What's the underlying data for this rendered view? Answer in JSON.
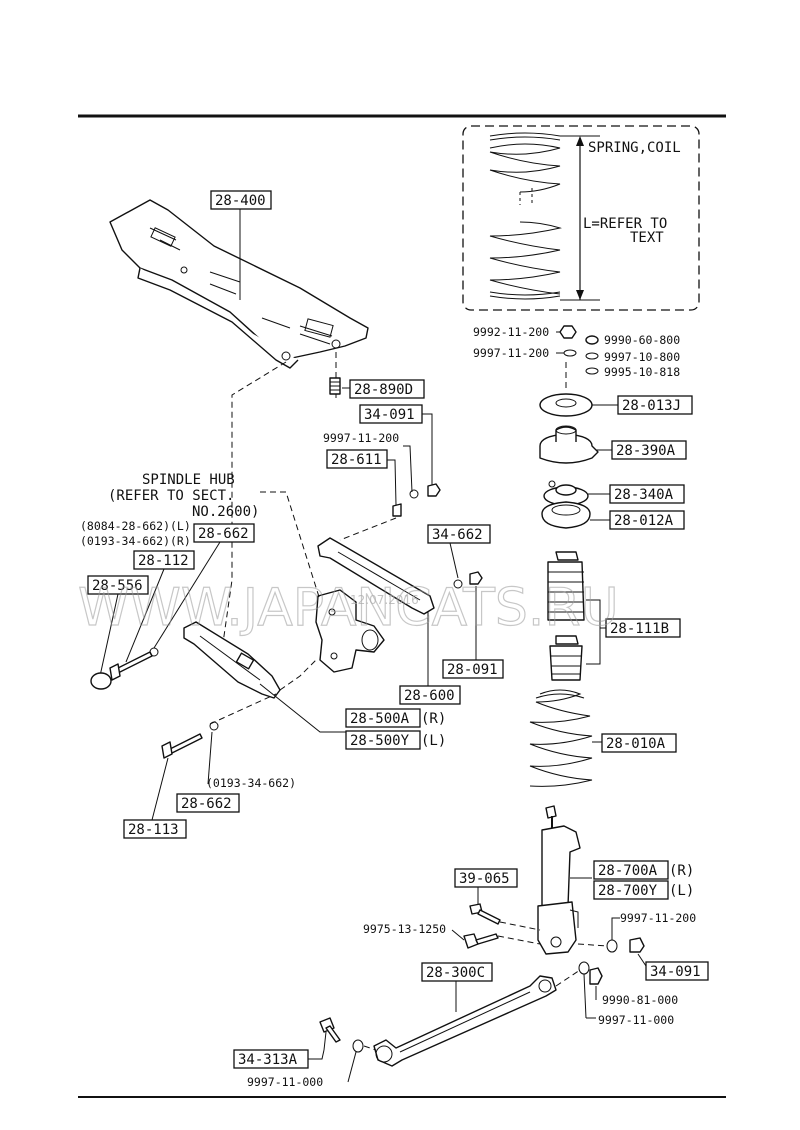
{
  "parts": {
    "p28_400": "28-400",
    "p28_890D": "28-890D",
    "p34_091_a": "34-091",
    "n9997_11_200_a": "9997-11-200",
    "p28_611": "28-611",
    "spindle_hub_1": "SPINDLE HUB",
    "spindle_hub_2": "(REFER TO SECT.",
    "spindle_hub_3": "NO.2600)",
    "n8084": "(8084-28-662)(L)",
    "n0193_a": "(0193-34-662)(R)",
    "p28_662_a": "28-662",
    "p28_112": "28-112",
    "p28_556": "28-556",
    "p34_662": "34-662",
    "p28_091": "28-091",
    "p28_600": "28-600",
    "p28_500A": "28-500A",
    "p28_500A_side": "(R)",
    "p28_500Y": "28-500Y",
    "p28_500Y_side": "(L)",
    "n0193_b": "(0193-34-662)",
    "p28_662_b": "28-662",
    "p28_113": "28-113",
    "spring_coil": "SPRING,COIL",
    "refer_1": "L=REFER TO",
    "refer_2": "TEXT",
    "n9992_11_200": "9992-11-200",
    "n9997_11_200_b": "9997-11-200",
    "n9990_60_800": "9990-60-800",
    "n9997_10_800": "9997-10-800",
    "n9995_10_818": "9995-10-818",
    "p28_013J": "28-013J",
    "p28_390A": "28-390A",
    "p28_340A": "28-340A",
    "p28_012A": "28-012A",
    "p28_111B": "28-111B",
    "p28_010A": "28-010A",
    "p28_700A": "28-700A",
    "p28_700A_side": "(R)",
    "p28_700Y": "28-700Y",
    "p28_700Y_side": "(L)",
    "p39_065": "39-065",
    "n9975_13_1250": "9975-13-1250",
    "n9997_11_200_c": "9997-11-200",
    "p34_091_b": "34-091",
    "p28_300C": "28-300C",
    "n9990_81_000": "9990-81-000",
    "n9997_11_000_a": "9997-11-000",
    "p34_313A": "34-313A",
    "n9997_11_000_b": "9997-11-000"
  },
  "watermark": {
    "site": "WWW.JAPANCATS.RU",
    "date": "12.07.2016"
  }
}
